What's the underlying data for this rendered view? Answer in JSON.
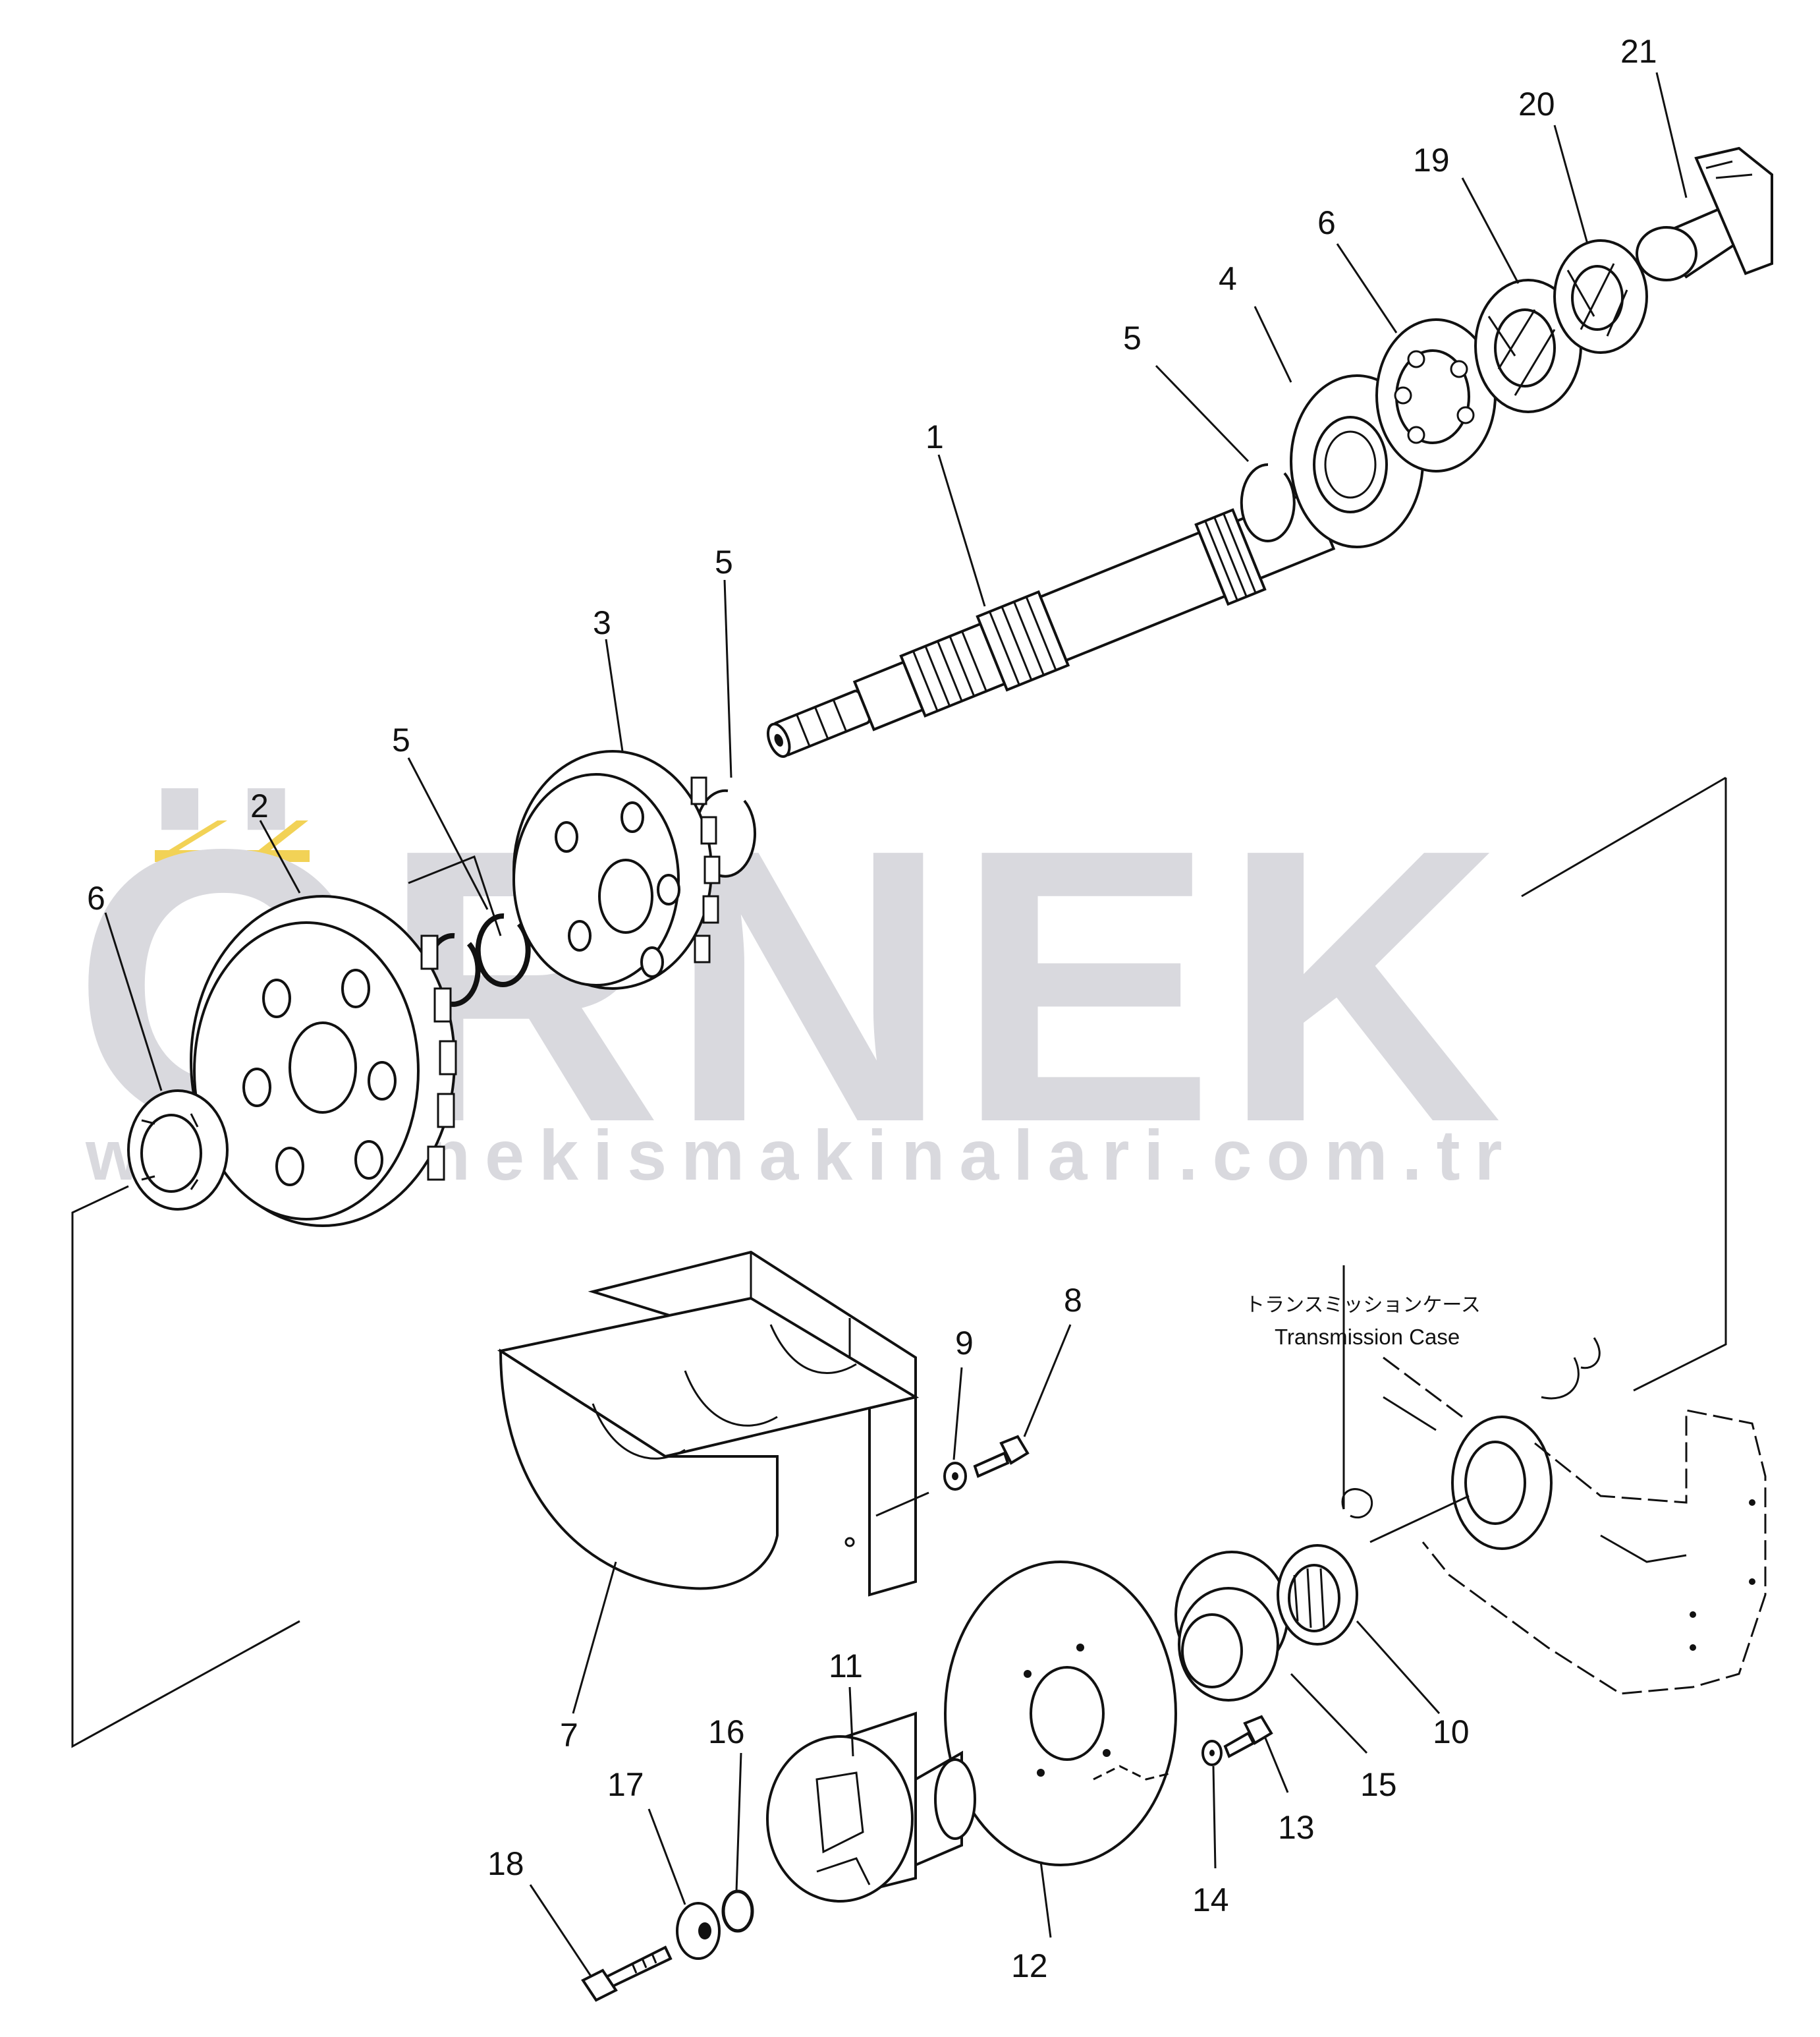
{
  "watermark": {
    "brand": "ÖRNEK",
    "url": "www.ornekismakinalari.com.tr",
    "accent_color": "#f2d256",
    "text_color": "#d9d9de"
  },
  "case_label": {
    "japanese": "トランスミッションケース",
    "english": "Transmission Case"
  },
  "callouts": {
    "c1": "1",
    "c2": "2",
    "c3": "3",
    "c4": "4",
    "c5a": "5",
    "c5b": "5",
    "c5c": "5",
    "c6a": "6",
    "c6b": "6",
    "c7": "7",
    "c8": "8",
    "c9": "9",
    "c10": "10",
    "c11": "11",
    "c12": "12",
    "c13": "13",
    "c14": "14",
    "c15": "15",
    "c16": "16",
    "c17": "17",
    "c18": "18",
    "c19": "19",
    "c20": "20",
    "c21": "21"
  }
}
